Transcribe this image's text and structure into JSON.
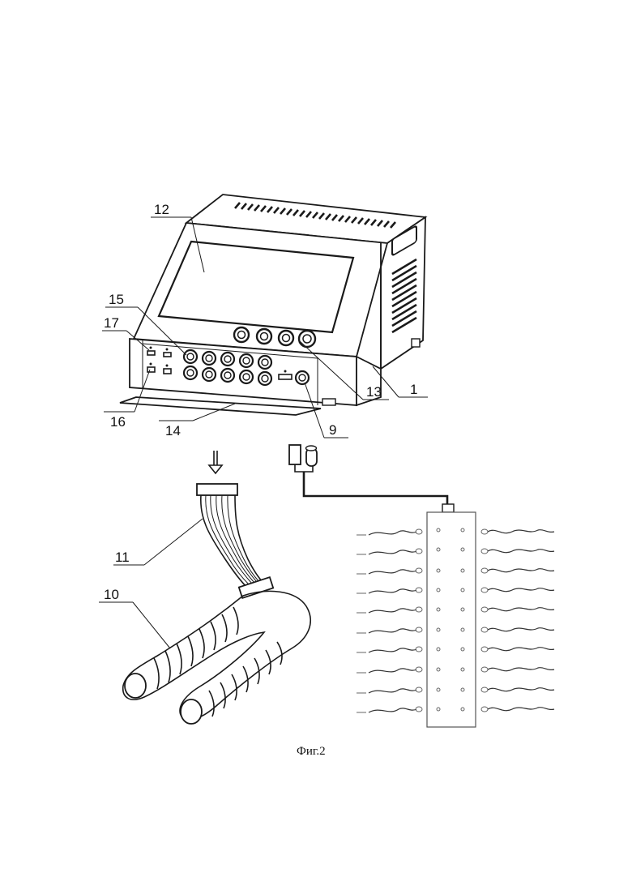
{
  "figure": {
    "caption": "Фиг.2"
  },
  "references": {
    "r1": "1",
    "r9": "9",
    "r10": "10",
    "r11": "11",
    "r12": "12",
    "r13": "13",
    "r14": "14",
    "r15": "15",
    "r16": "16",
    "r17": "17"
  },
  "colors": {
    "line": "#1a1a1a",
    "background": "#ffffff"
  }
}
